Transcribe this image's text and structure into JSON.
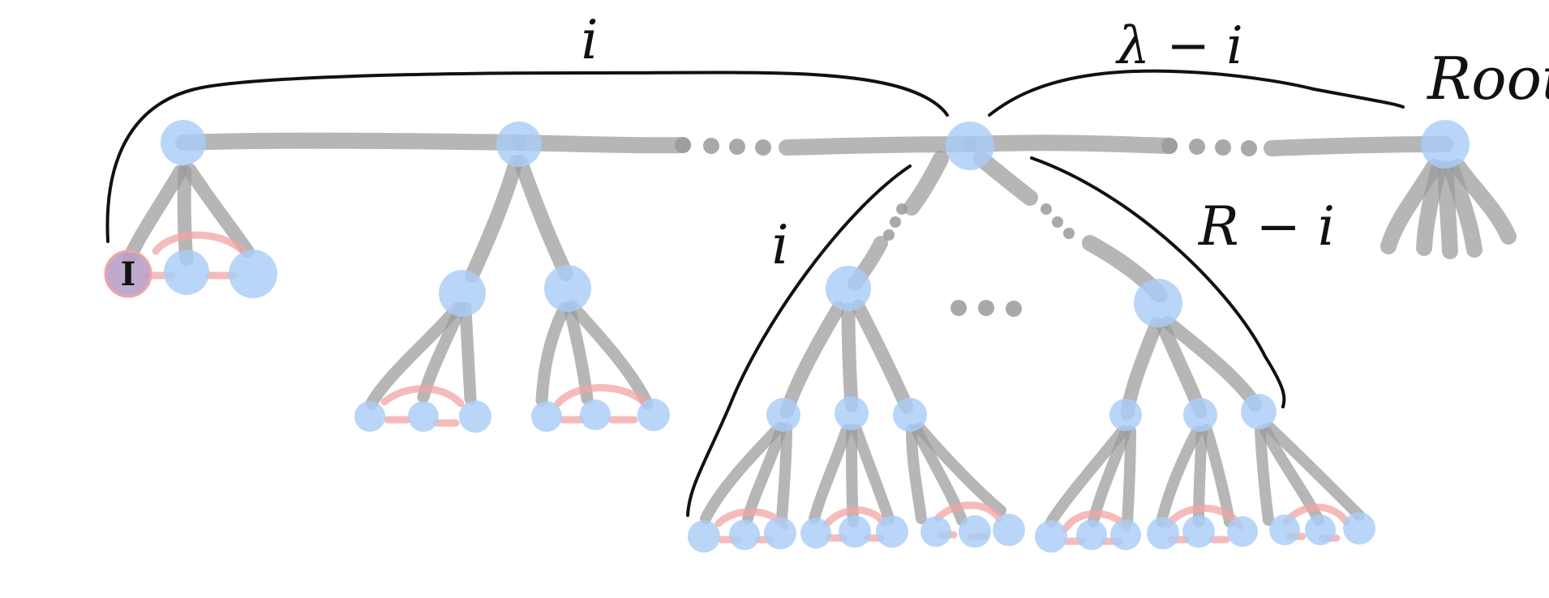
{
  "labels": {
    "top_left_span": "i",
    "top_right_span": "λ − i",
    "root": "Root",
    "left_subtree_span": "i",
    "right_subtree_span": "R − i",
    "node_mark": "I"
  },
  "colors": {
    "node": "#a9cdf7",
    "edge": "#9a9a9a",
    "arc": "#f2a4a4",
    "brace": "#111111",
    "marked_node": "#b8a0c8"
  }
}
